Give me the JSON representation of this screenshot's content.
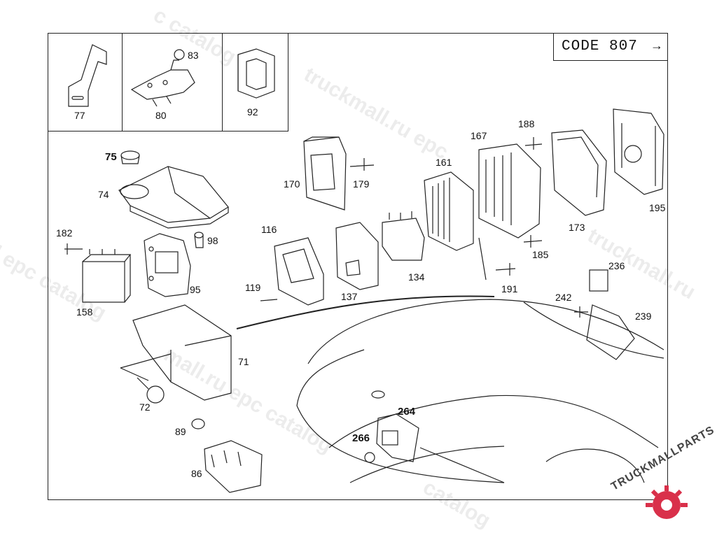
{
  "code_box": {
    "text": "CODE 807",
    "arrow": "→"
  },
  "part_labels": [
    {
      "text": "77"
    },
    {
      "text": "80"
    },
    {
      "text": "83"
    },
    {
      "text": "92"
    },
    {
      "text": "75"
    },
    {
      "text": "74"
    },
    {
      "text": "182"
    },
    {
      "text": "158"
    },
    {
      "text": "98"
    },
    {
      "text": "95"
    },
    {
      "text": "170"
    },
    {
      "text": "179"
    },
    {
      "text": "116"
    },
    {
      "text": "119"
    },
    {
      "text": "137"
    },
    {
      "text": "134"
    },
    {
      "text": "161"
    },
    {
      "text": "167"
    },
    {
      "text": "188"
    },
    {
      "text": "185"
    },
    {
      "text": "173"
    },
    {
      "text": "195"
    },
    {
      "text": "191"
    },
    {
      "text": "236"
    },
    {
      "text": "242"
    },
    {
      "text": "239"
    },
    {
      "text": "71"
    },
    {
      "text": "72"
    },
    {
      "text": "89"
    },
    {
      "text": "86"
    },
    {
      "text": "264"
    },
    {
      "text": "266"
    }
  ],
  "watermarks": [
    {
      "text": "c catalog"
    },
    {
      "text": "truckmall.ru epc"
    },
    {
      "text": "truckmall.ru"
    },
    {
      "text": "l epc catalog"
    },
    {
      "text": "mall.ru epc catalog"
    },
    {
      "text": "catalog"
    }
  ],
  "logo": {
    "text": "TRUCKMALLPARTS",
    "color": "#d9304a"
  },
  "colors": {
    "line": "#222222",
    "watermark": "#9a9a9a"
  }
}
